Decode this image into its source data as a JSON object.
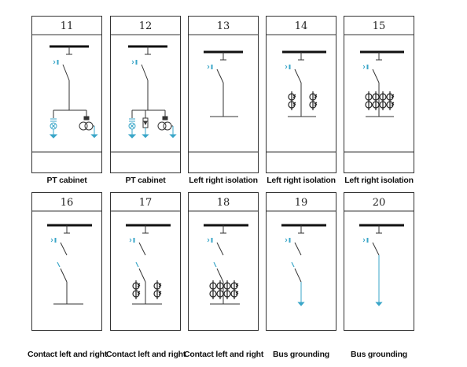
{
  "colors": {
    "frame": "#333333",
    "bus": "#111111",
    "wire": "#333333",
    "accent": "#3aa6c8"
  },
  "cabinets": [
    {
      "number": "11",
      "caption": "PT cabinet"
    },
    {
      "number": "12",
      "caption": "PT cabinet"
    },
    {
      "number": "13",
      "caption": "Left right isolation"
    },
    {
      "number": "14",
      "caption": "Left right isolation"
    },
    {
      "number": "15",
      "caption": "Left right isolation"
    },
    {
      "number": "16",
      "caption": "Contact left and right"
    },
    {
      "number": "17",
      "caption": "Contact left and right"
    },
    {
      "number": "18",
      "caption": "Contact left and right"
    },
    {
      "number": "19",
      "caption": "Bus grounding"
    },
    {
      "number": "20",
      "caption": "Bus grounding"
    }
  ]
}
